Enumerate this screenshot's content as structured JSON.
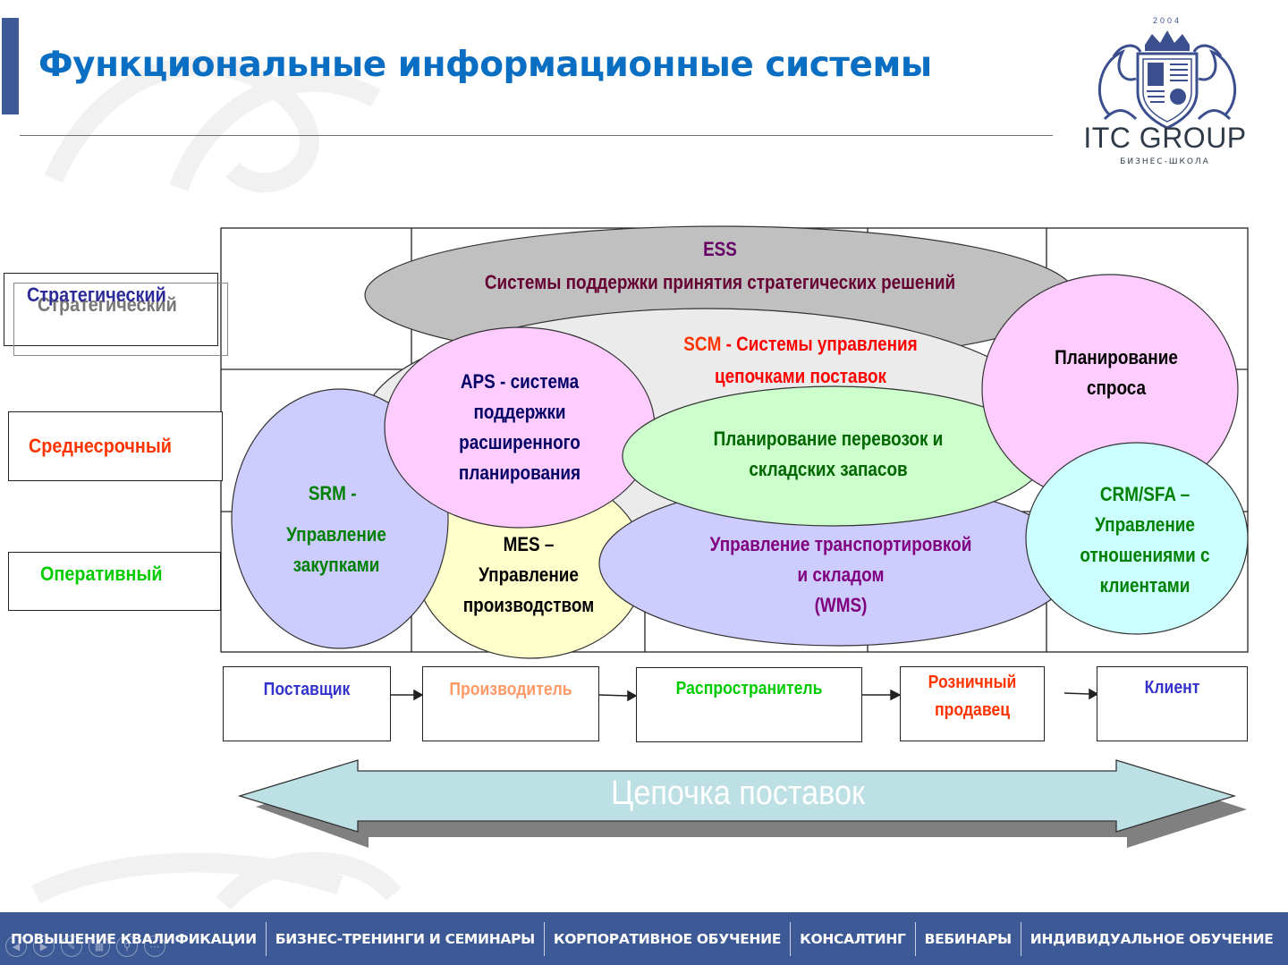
{
  "header": {
    "title": "Функциональные информационные системы",
    "accent_color": "#3d5a96",
    "title_color": "#0a6fc2"
  },
  "logo": {
    "year": "2004",
    "name": "ITC GROUP",
    "subtitle": "БИЗНЕС-ШКОЛА",
    "icon": "coat-of-arms-icon"
  },
  "levels": [
    {
      "label": "Стратегический",
      "shadow_label": "Стратегический",
      "color": "#2b2b9a"
    },
    {
      "label": "Среднесрочный",
      "color": "#ff3300"
    },
    {
      "label": "Оперативный",
      "color": "#00cc00"
    }
  ],
  "systems": {
    "ess": {
      "line1": "ESS",
      "line2": "Системы поддержки принятия стратегических решений",
      "fill": "#c0c0c0",
      "color1": "#660066",
      "color2": "#660033"
    },
    "scm": {
      "line1_prefix": "SCM",
      "line1_rest": " - Системы управления",
      "line2": "цепочками поставок",
      "fill": "#ebebeb",
      "color1": "#ff3300",
      "color2": "#ff0000"
    },
    "aps": {
      "lines": [
        "APS - система",
        "поддержки",
        "расширенного",
        "планирования"
      ],
      "fill": "#ffccff",
      "color": "#000066"
    },
    "srm": {
      "lines": [
        "SRM -",
        "Управление",
        "закупками"
      ],
      "fill": "#ccccff",
      "color": "#008000"
    },
    "mes": {
      "lines": [
        "MES –",
        "Управление",
        "производством"
      ],
      "fill": "#ffffcc",
      "color": "#000000"
    },
    "transport_planning": {
      "lines": [
        "Планирование перевозок и",
        "складских запасов"
      ],
      "fill": "#ccffcc",
      "color": "#006600"
    },
    "wms": {
      "lines": [
        "Управление транспортировкой",
        "и складом",
        "(WMS)"
      ],
      "fill": "#ccccff",
      "color": "#800080"
    },
    "demand_planning": {
      "lines": [
        "Планирование",
        "спроса"
      ],
      "fill": "#ffccff",
      "color": "#000000"
    },
    "crm": {
      "lines": [
        "CRM/SFA –",
        "Управление",
        "отношениями с",
        "клиентами"
      ],
      "fill": "#ccffff",
      "color": "#008000"
    }
  },
  "chain": [
    {
      "lines": [
        "Поставщик"
      ],
      "color": "#3333cc"
    },
    {
      "lines": [
        "Производитель"
      ],
      "color": "#ff9966"
    },
    {
      "lines": [
        "Распространитель"
      ],
      "color": "#00cc00"
    },
    {
      "lines": [
        "Розничный",
        "продавец"
      ],
      "color": "#ff3300"
    },
    {
      "lines": [
        "Клиент"
      ],
      "color": "#3333cc"
    }
  ],
  "supply_chain_arrow": {
    "label": "Цепочка поставок",
    "fill": "#bde0e4"
  },
  "footer": {
    "items": [
      "ПОВЫШЕНИЕ КВАЛИФИКАЦИИ",
      "БИЗНЕС-ТРЕНИНГИ И СЕМИНАРЫ",
      "КОРПОРАТИВНОЕ ОБУЧЕНИЕ",
      "КОНСАЛТИНГ",
      "ВЕБИНАРЫ",
      "ИНДИВИДУАЛЬНОЕ ОБУЧЕНИЕ"
    ],
    "background": "#3d5a96"
  },
  "player_controls": [
    {
      "name": "previous-slide",
      "glyph": "◀"
    },
    {
      "name": "next-slide",
      "glyph": "▶"
    },
    {
      "name": "pen",
      "glyph": "✎"
    },
    {
      "name": "slides-overview",
      "glyph": "▦"
    },
    {
      "name": "zoom",
      "glyph": "⚲"
    },
    {
      "name": "more",
      "glyph": "⋯"
    }
  ]
}
